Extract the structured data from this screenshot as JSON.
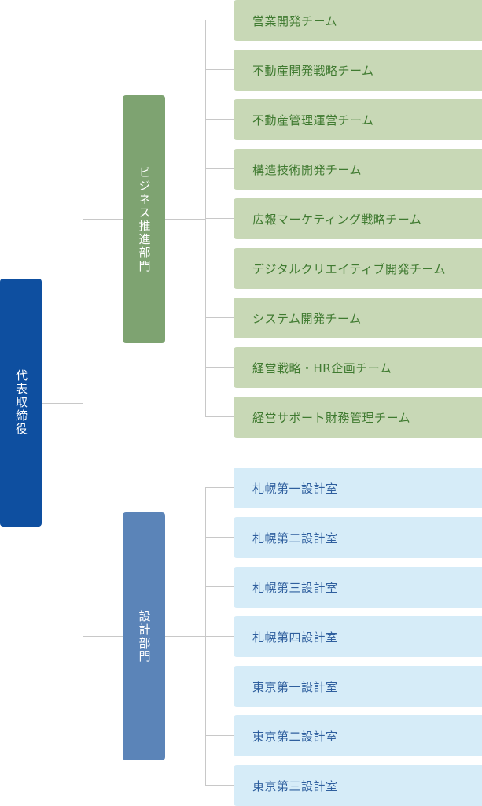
{
  "ceo": {
    "label": "代表取締役",
    "color": "#0e4fa0"
  },
  "departments": [
    {
      "label": "ビジネス推進部門",
      "color": "#7ea371",
      "teams": [
        "営業開発チーム",
        "不動産開発戦略チーム",
        "不動産管理運営チーム",
        "構造技術開発チーム",
        "広報マーケティング戦略チーム",
        "デジタルクリエイティブ開発チーム",
        "システム開発チーム",
        "経営戦略・HR企画チーム",
        "経営サポート財務管理チーム"
      ]
    },
    {
      "label": "設計部門",
      "color": "#5b84b8",
      "teams": [
        "札幌第一設計室",
        "札幌第二設計室",
        "札幌第三設計室",
        "札幌第四設計室",
        "東京第一設計室",
        "東京第二設計室",
        "東京第三設計室"
      ]
    }
  ]
}
